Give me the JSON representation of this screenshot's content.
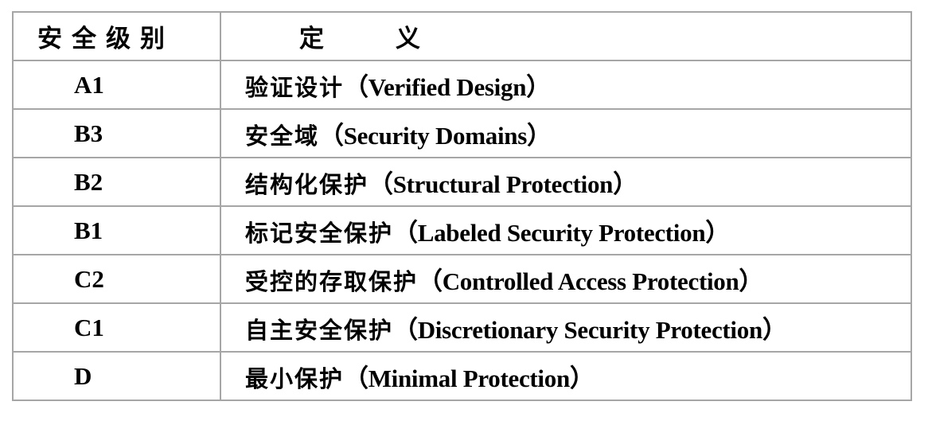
{
  "table": {
    "headers": {
      "level": "安全级别",
      "definition_char1": "定",
      "definition_char2": "义"
    },
    "rows": [
      {
        "level": "A1",
        "zh": "验证设计",
        "en": "（Verified Design）"
      },
      {
        "level": "B3",
        "zh": "安全域",
        "en": "（Security Domains）"
      },
      {
        "level": "B2",
        "zh": "结构化保护",
        "en": "（Structural Protection）"
      },
      {
        "level": "B1",
        "zh": "标记安全保护",
        "en": "（Labeled Security Protection）"
      },
      {
        "level": "C2",
        "zh": "受控的存取保护",
        "en": "（Controlled Access Protection）"
      },
      {
        "level": "C1",
        "zh": "自主安全保护",
        "en": "（Discretionary Security Protection）"
      },
      {
        "level": "D",
        "zh": "最小保护",
        "en": "（Minimal Protection）"
      }
    ],
    "colors": {
      "border": "#a6a6a6",
      "text": "#000000",
      "background": "#ffffff"
    }
  }
}
